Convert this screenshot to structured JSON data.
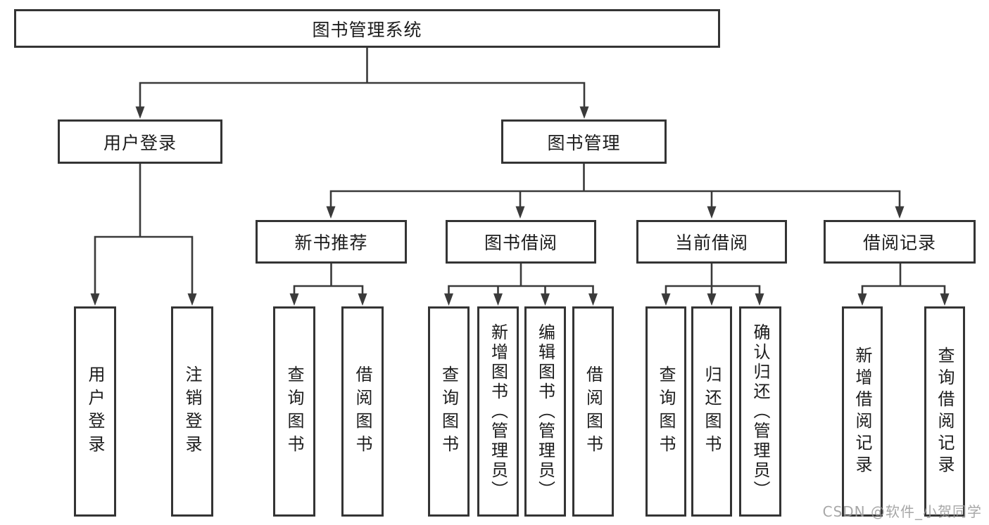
{
  "diagram": {
    "root": {
      "label": "图书管理系统"
    },
    "branches": [
      {
        "label": "用户登录",
        "children": [
          {
            "label": "用户登录"
          },
          {
            "label": "注销登录"
          }
        ]
      },
      {
        "label": "图书管理",
        "children": [
          {
            "label": "新书推荐",
            "children": [
              {
                "label": "查询图书"
              },
              {
                "label": "借阅图书"
              }
            ]
          },
          {
            "label": "图书借阅",
            "children": [
              {
                "label": "查询图书"
              },
              {
                "label": "新增图书（管理员）"
              },
              {
                "label": "编辑图书（管理员）"
              },
              {
                "label": "借阅图书"
              }
            ]
          },
          {
            "label": "当前借阅",
            "children": [
              {
                "label": "查询图书"
              },
              {
                "label": "归还图书"
              },
              {
                "label": "确认归还（管理员）"
              }
            ]
          },
          {
            "label": "借阅记录",
            "children": [
              {
                "label": "新增借阅记录"
              },
              {
                "label": "查询借阅记录"
              }
            ]
          }
        ]
      }
    ]
  },
  "watermark": {
    "text": "CSDN @软件_小贺同学",
    "color": "#9b9b9b"
  },
  "colors": {
    "line": "#3a3a3a",
    "border": "#343434",
    "text": "#1c1c1c",
    "background": "#ffffff"
  }
}
